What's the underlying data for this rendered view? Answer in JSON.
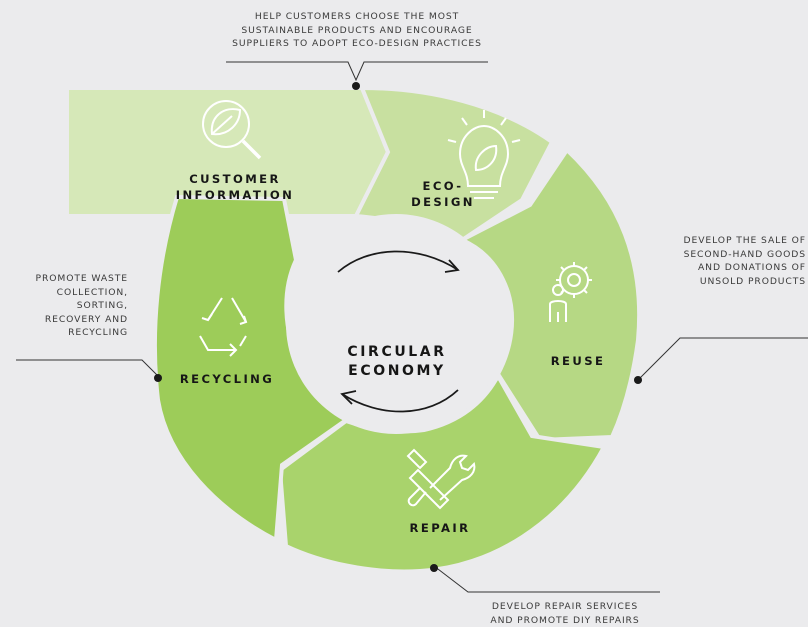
{
  "center": {
    "line1": "CIRCULAR",
    "line2": "ECONOMY"
  },
  "segments": {
    "customer_information": {
      "line1": "CUSTOMER",
      "line2": "INFORMATION",
      "icon": "leaf-magnifier-icon",
      "color": "#d6e8b8"
    },
    "eco_design": {
      "line1": "ECO-",
      "line2": "DESIGN",
      "icon": "lightbulb-leaf-icon",
      "color": "#c8e0a0"
    },
    "reuse": {
      "label": "REUSE",
      "icon": "person-gear-icon",
      "color": "#b6d884"
    },
    "repair": {
      "label": "REPAIR",
      "icon": "wrench-hammer-icon",
      "color": "#a9d36c"
    },
    "recycling": {
      "label": "RECYCLING",
      "icon": "recycle-icon",
      "color": "#9dcc59"
    }
  },
  "notes": {
    "top": [
      "HELP CUSTOMERS CHOOSE THE MOST",
      "SUSTAINABLE PRODUCTS AND ENCOURAGE",
      "SUPPLIERS TO ADOPT ECO-DESIGN PRACTICES"
    ],
    "right": [
      "DEVELOP THE SALE OF",
      "SECOND-HAND GOODS",
      "AND DONATIONS OF",
      "UNSOLD PRODUCTS"
    ],
    "left": [
      "PROMOTE WASTE",
      "COLLECTION,",
      "SORTING,",
      "RECOVERY AND",
      "RECYCLING"
    ],
    "bottom": [
      "DEVELOP REPAIR SERVICES",
      "AND PROMOTE DIY REPAIRS"
    ]
  },
  "colors": {
    "background": "#ebebed",
    "line": "#333333",
    "hub": "#ebebed"
  }
}
